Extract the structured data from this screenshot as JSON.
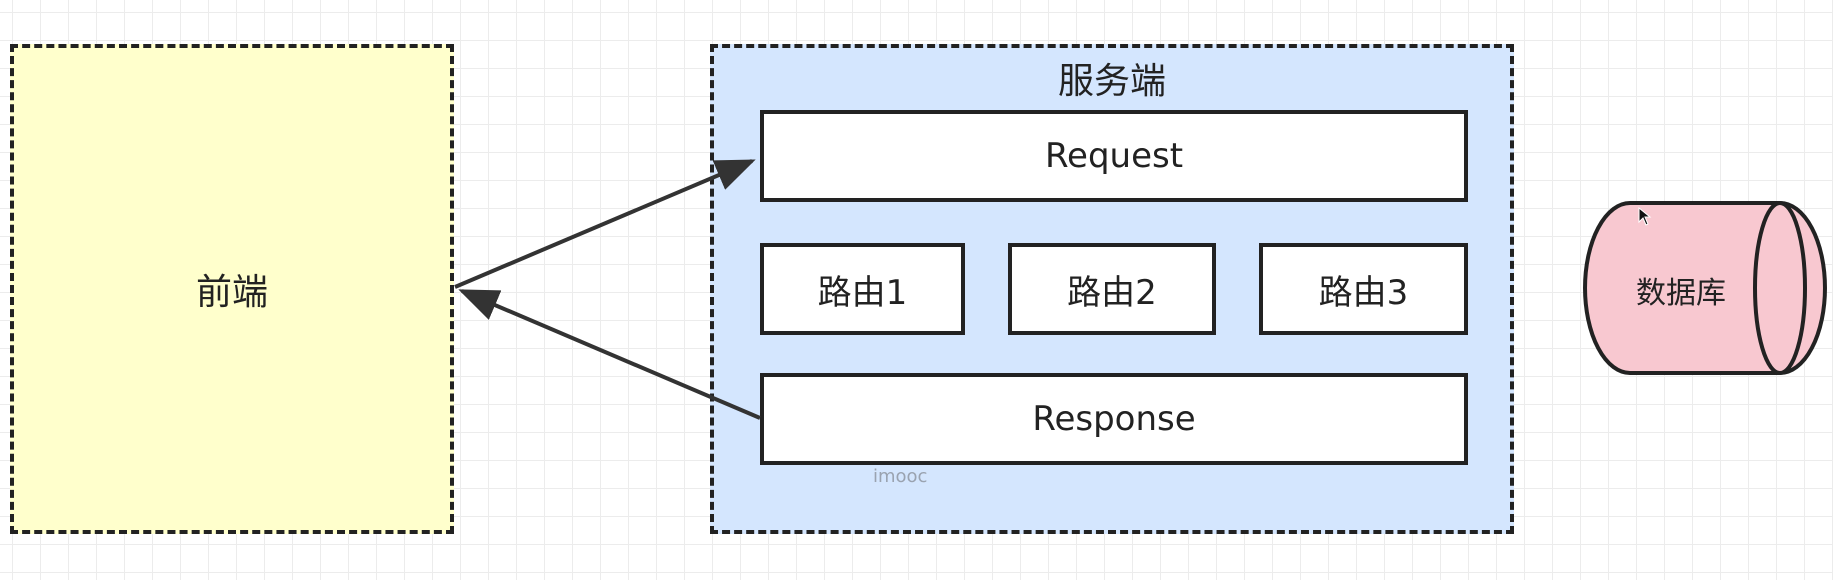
{
  "frontend": {
    "label": "前端"
  },
  "server": {
    "title": "服务端",
    "request_label": "Request",
    "routes": [
      "路由1",
      "路由2",
      "路由3"
    ],
    "response_label": "Response",
    "watermark": "imooc"
  },
  "database": {
    "label": "数据库"
  },
  "colors": {
    "frontend_fill": "#ffffcc",
    "server_fill": "#d4e6fe",
    "database_fill": "#f8c8d0",
    "box_fill": "#ffffff",
    "stroke": "#222222",
    "arrow": "#333333"
  }
}
